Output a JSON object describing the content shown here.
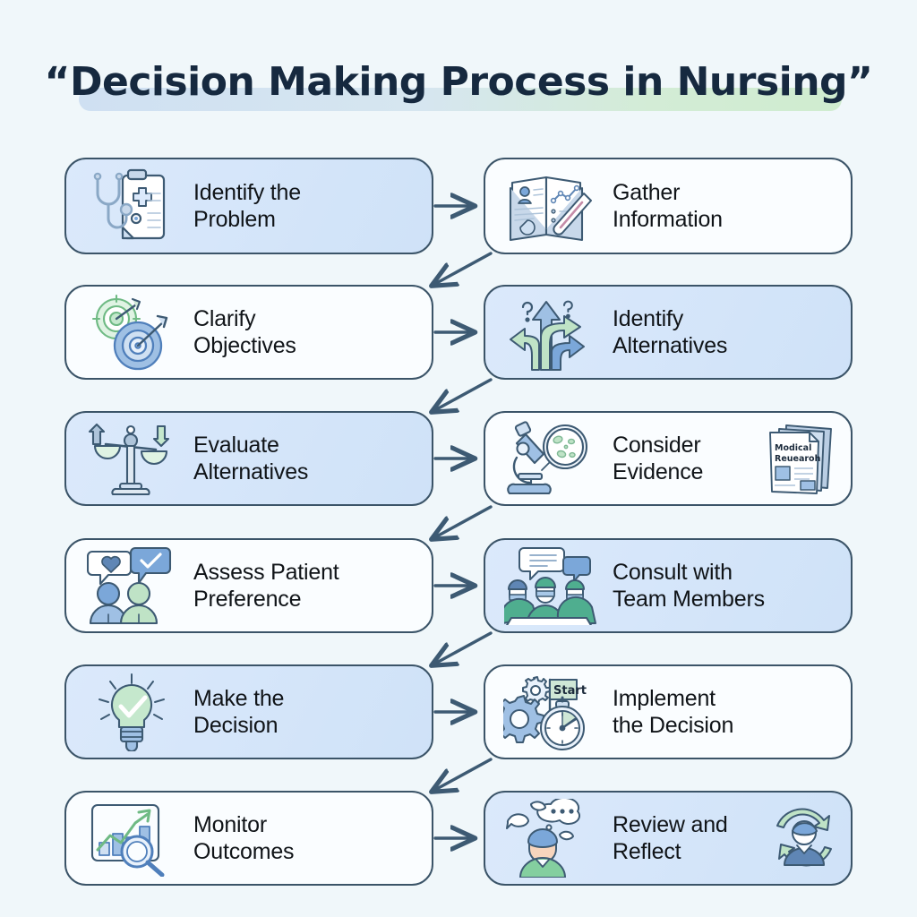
{
  "title": {
    "text": "“Decision Making Process in Nursing”",
    "highlight_gradient_start": "#cfe0f2",
    "highlight_gradient_end": "#cfeccf",
    "color": "#16293f"
  },
  "theme": {
    "background": "#f0f7fa",
    "box_border": "#3b5468",
    "box_tint_fill": "#d5e6fa",
    "box_plain_fill": "#fafdff",
    "arrow_color": "#3d5a73",
    "text_color": "#101418",
    "accent_blue": "#7ba7d9",
    "accent_green": "#a8dcae"
  },
  "steps": [
    {
      "order": 1,
      "label": "Identify the\nProblem",
      "icon": "clipboard-stethoscope-icon",
      "fill": "tint",
      "column": "left",
      "extra_icon": null
    },
    {
      "order": 2,
      "label": "Gather\nInformation",
      "icon": "open-book-thermometer-icon",
      "fill": "plain",
      "column": "right",
      "extra_icon": null
    },
    {
      "order": 3,
      "label": "Clarify\nObjectives",
      "icon": "target-arrows-icon",
      "fill": "plain",
      "column": "left",
      "extra_icon": null
    },
    {
      "order": 4,
      "label": "Identify\nAlternatives",
      "icon": "branching-arrows-question-icon",
      "fill": "tint",
      "column": "right",
      "extra_icon": null
    },
    {
      "order": 5,
      "label": "Evaluate\nAlternatives",
      "icon": "balance-scale-icon",
      "fill": "tint",
      "column": "left",
      "extra_icon": null
    },
    {
      "order": 6,
      "label": "Consider\nEvidence",
      "icon": "microscope-petri-dish-icon",
      "fill": "plain",
      "column": "right",
      "extra_icon": "medical-research-papers-icon",
      "extra_icon_text_line1": "Modical",
      "extra_icon_text_line2": "Reuearoh"
    },
    {
      "order": 7,
      "label": "Assess Patient\nPreference",
      "icon": "two-people-speech-bubbles-icon",
      "fill": "plain",
      "column": "left",
      "extra_icon": null
    },
    {
      "order": 8,
      "label": "Consult with\nTeam Members",
      "icon": "medical-team-meeting-icon",
      "fill": "tint",
      "column": "right",
      "extra_icon": null
    },
    {
      "order": 9,
      "label": "Make the\nDecision",
      "icon": "lightbulb-check-icon",
      "fill": "tint",
      "column": "left",
      "extra_icon": null
    },
    {
      "order": 10,
      "label": "Implement\nthe Decision",
      "icon": "gears-stopwatch-start-flag-icon",
      "fill": "plain",
      "column": "right",
      "extra_icon": null,
      "flag_text": "Start"
    },
    {
      "order": 11,
      "label": "Monitor\nOutcomes",
      "icon": "growth-chart-magnifier-icon",
      "fill": "plain",
      "column": "left",
      "extra_icon": null
    },
    {
      "order": 12,
      "label": "Review and\nReflect",
      "icon": "thinking-person-icon",
      "fill": "tint",
      "column": "right",
      "extra_icon": "refresh-cycle-avatar-icon"
    }
  ],
  "connectors": {
    "horizontal_count": 6,
    "diagonal_count": 5,
    "description": "zigzag: left box to right box horizontally, right box down-left to next left box diagonally"
  }
}
